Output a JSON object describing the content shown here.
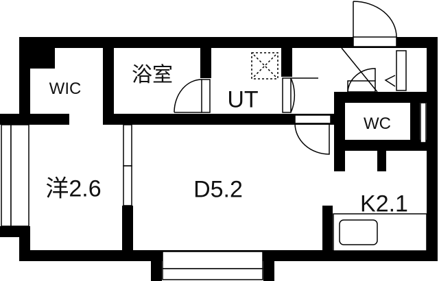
{
  "rooms": {
    "wic": "WIC",
    "bath": "浴室",
    "ut": "UT",
    "wc": "WC",
    "western": "洋2.6",
    "dining": "D5.2",
    "kitchen": "K2.1"
  },
  "colors": {
    "wall": "#000000",
    "background": "#ffffff"
  }
}
